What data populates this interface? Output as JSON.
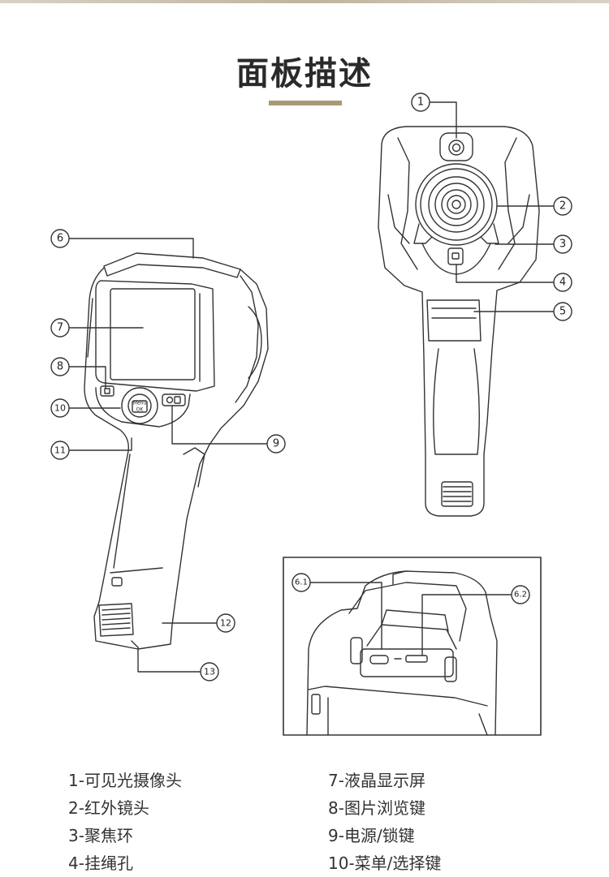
{
  "title": "面板描述",
  "callouts": {
    "c1": "1",
    "c2": "2",
    "c3": "3",
    "c4": "4",
    "c5": "5",
    "c6": "6",
    "c7": "7",
    "c8": "8",
    "c9": "9",
    "c10": "10",
    "c11": "11",
    "c12": "12",
    "c13": "13",
    "c61": "6.1",
    "c62": "6.2"
  },
  "button_labels": {
    "menu": "Menu",
    "ok": "OK"
  },
  "legend": {
    "left": [
      "1-可见光摄像头",
      "2-红外镜头",
      "3-聚焦环",
      "4-挂绳孔"
    ],
    "right": [
      "7-液晶显示屏",
      "8-图片浏览键",
      "9-电源/锁键",
      "10-菜单/选择键"
    ]
  },
  "colors": {
    "title_bar": "#a89a76",
    "line": "#333333"
  }
}
